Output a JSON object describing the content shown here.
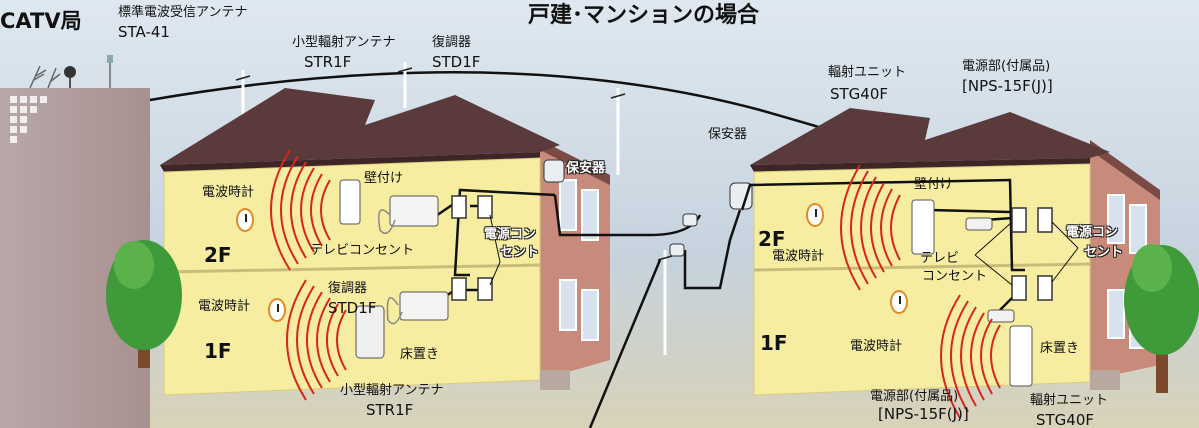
{
  "title": "戸建･マンションの場合",
  "catv": {
    "station": "CATV局",
    "antenna_name": "標準電波受信アンテナ",
    "antenna_model": "STA-41"
  },
  "house_left": {
    "radiator_2f_name": "小型輻射アンテナ",
    "radiator_2f_model": "STR1F",
    "demod_2f_name": "復調器",
    "demod_2f_model": "STD1F",
    "wall_mount": "壁付け",
    "radio_clock_2f": "電波時計",
    "tv_outlet": "テレビコンセント",
    "power_outlet_1": "電源コン",
    "power_outlet_2": "セント",
    "floor_2f": "2F",
    "floor_1f": "1F",
    "radio_clock_1f": "電波時計",
    "demod_1f_name": "復調器",
    "demod_1f_model": "STD1F",
    "floor_stand": "床置き",
    "radiator_1f_name": "小型輻射アンテナ",
    "radiator_1f_model": "STR1F",
    "protector": "保安器"
  },
  "house_right": {
    "protector": "保安器",
    "radiator_unit_top_name": "輻射ユニット",
    "radiator_unit_top_model": "STG40F",
    "power_top_name": "電源部(付属品)",
    "power_top_model": "[NPS-15F(J)]",
    "wall_mount": "壁付け",
    "floor_2f": "2F",
    "radio_clock_2f": "電波時計",
    "tv_outlet_1": "テレビ",
    "tv_outlet_2": "コンセント",
    "power_outlet_1": "電源コン",
    "power_outlet_2": "セント",
    "floor_1f": "1F",
    "radio_clock_1f": "電波時計",
    "floor_stand": "床置き",
    "power_bottom_name": "電源部(付属品)",
    "power_bottom_model": "[NPS-15F(J)]",
    "radiator_unit_bottom_name": "輻射ユニット",
    "radiator_unit_bottom_model": "STG40F"
  },
  "colors": {
    "wall": "#f6eda0",
    "roof": "#5a3a3a",
    "radio_waves": "#d8251e",
    "background": "#cfd9e3",
    "cable": "#111111",
    "tree": "#3f9a3a"
  }
}
